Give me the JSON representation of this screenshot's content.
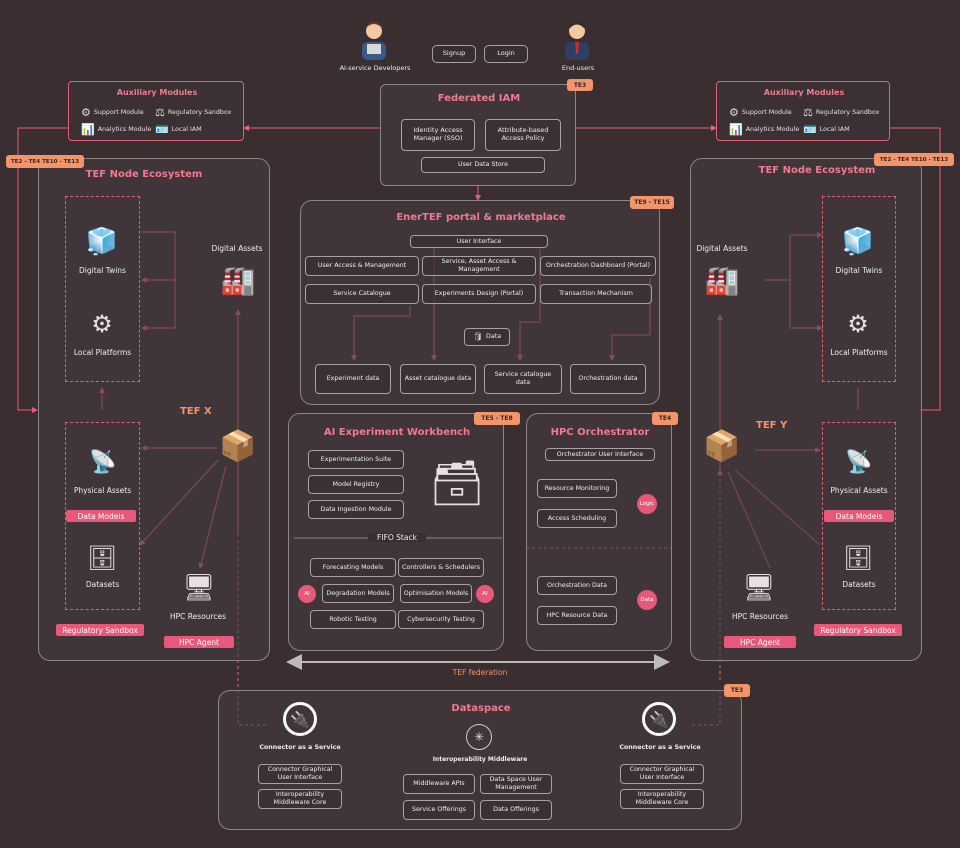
{
  "actors": {
    "developers": "AI-service Developers",
    "end_users": "End-users"
  },
  "auth": {
    "signup": "Signup",
    "login": "Login"
  },
  "iam": {
    "title": "Federated IAM",
    "tag": "TE3",
    "sso": "Identity Access Manager (SSO)",
    "abac": "Attribute-based Access Policy",
    "store": "User Data Store"
  },
  "aux_left": {
    "title": "Auxiliary Modules",
    "items": [
      "Support Module",
      "Regulatory Sandbox",
      "Analytics Module",
      "Local IAM"
    ]
  },
  "aux_right": {
    "title": "Auxiliary Modules",
    "items": [
      "Support Module",
      "Regulatory Sandbox",
      "Analytics Module",
      "Local IAM"
    ]
  },
  "tags": {
    "left_node": "TE2 - TE4  TE10 - TE13",
    "right_node": "TE2 - TE4  TE10 - TE13",
    "portal": "TE9 - TE15",
    "workbench": "TE5 - TE8",
    "hpc": "TE4",
    "dataspace": "TE3"
  },
  "tef_left": {
    "title": "TEF Node Ecosystem",
    "name": "TEF X",
    "digital_assets": "Digital Assets",
    "digital_twins": "Digital Twins",
    "local_platforms": "Local Platforms",
    "physical_assets": "Physical Assets",
    "data_models": "Data Models",
    "datasets": "Datasets",
    "hpc_resources": "HPC Resources",
    "hpc_agent": "HPC Agent",
    "regulatory_sandbox": "Regulatory Sandbox"
  },
  "tef_right": {
    "title": "TEF Node Ecosystem",
    "name": "TEF Y",
    "digital_assets": "Digital Assets",
    "digital_twins": "Digital Twins",
    "local_platforms": "Local Platforms",
    "physical_assets": "Physical Assets",
    "data_models": "Data Models",
    "datasets": "Datasets",
    "hpc_resources": "HPC Resources",
    "hpc_agent": "HPC Agent",
    "regulatory_sandbox": "Regulatory Sandbox"
  },
  "portal": {
    "title": "EnerTEF portal & marketplace",
    "ui": "User Interface",
    "uam": "User Access & Management",
    "sam": "Service, Asset Access & Management",
    "orch_dash": "Orchestration Dashboard (Portal)",
    "catalogue": "Service Catalogue",
    "exp_design": "Experiments Design (Portal)",
    "transaction": "Transaction Mechanism",
    "data": "Data",
    "exp_data": "Experiment data",
    "asset_data": "Asset catalogue data",
    "service_data": "Service catalogue data",
    "orch_data": "Orchestration data"
  },
  "workbench": {
    "title": "AI Experiment Workbench",
    "suite": "Experimentation Suite",
    "registry": "Model Registry",
    "ingestion": "Data Ingestion Module",
    "fifo": "FIFO Stack",
    "forecast": "Forecasting Models",
    "controllers": "Controllers & Schedulers",
    "degradation": "Degradation Models",
    "optimisation": "Optimisation Models",
    "robotic": "Robotic Testing",
    "cyber": "Cybersecurity Testing",
    "ai": "AI"
  },
  "hpc": {
    "title": "HPC Orchestrator",
    "ui": "Orchestrator User Interface",
    "monitoring": "Resource Monitoring",
    "scheduling": "Access Scheduling",
    "logic": "Logic",
    "orch_data": "Orchestration Data",
    "res_data": "HPC Resource Data",
    "data": "Data"
  },
  "federation": "TEF federation",
  "dataspace": {
    "title": "Dataspace",
    "caas_left": "Connector as a Service",
    "caas_right": "Connector as a Service",
    "gui": "Connector Graphical User Interface",
    "core": "Interoperability Middleware Core",
    "middleware": "Interoperability Middleware",
    "apis": "Middleware APIs",
    "dsum": "Data Space User Management",
    "offerings": "Service Offerings",
    "data_offerings": "Data Offerings"
  },
  "colors": {
    "background": "#3a2e31",
    "accent": "#e8587a",
    "tag": "#f3956b",
    "title": "#f07a92"
  }
}
